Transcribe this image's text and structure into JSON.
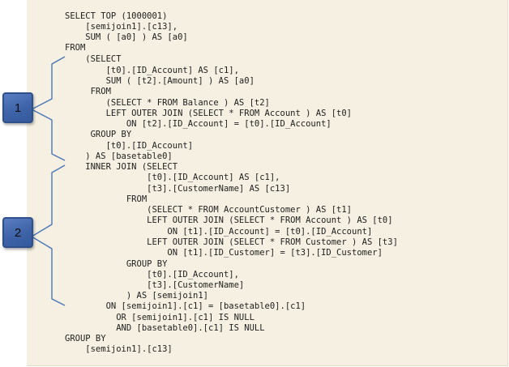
{
  "colors": {
    "panel_background": "#f5f0e2",
    "code_text": "#1e1e1e",
    "bracket_line": "#4a76b8",
    "badge_fill": "#4a6fb5",
    "badge_border": "#2f4f8a"
  },
  "callouts": [
    {
      "label": "1"
    },
    {
      "label": "2"
    }
  ],
  "code": {
    "lines": [
      "SELECT TOP (1000001)",
      "    [semijoin1].[c13],",
      "    SUM ( [a0] ) AS [a0]",
      "FROM",
      "    (SELECT",
      "        [t0].[ID_Account] AS [c1],",
      "        SUM ( [t2].[Amount] ) AS [a0]",
      "     FROM",
      "        (SELECT * FROM Balance ) AS [t2]",
      "        LEFT OUTER JOIN (SELECT * FROM Account ) AS [t0]",
      "            ON [t2].[ID_Account] = [t0].[ID_Account]",
      "     GROUP BY",
      "        [t0].[ID_Account]",
      "    ) AS [basetable0]",
      "    INNER JOIN (SELECT",
      "                [t0].[ID_Account] AS [c1],",
      "                [t3].[CustomerName] AS [c13]",
      "            FROM",
      "                (SELECT * FROM AccountCustomer ) AS [t1]",
      "                LEFT OUTER JOIN (SELECT * FROM Account ) AS [t0]",
      "                    ON [t1].[ID_Account] = [t0].[ID_Account]",
      "                LEFT OUTER JOIN (SELECT * FROM Customer ) AS [t3]",
      "                    ON [t1].[ID_Customer] = [t3].[ID_Customer]",
      "            GROUP BY",
      "                [t0].[ID_Account],",
      "                [t3].[CustomerName]",
      "            ) AS [semijoin1]",
      "        ON [semijoin1].[c1] = [basetable0].[c1]",
      "          OR [semijoin1].[c1] IS NULL",
      "          AND [basetable0].[c1] IS NULL",
      "GROUP BY",
      "    [semijoin1].[c13]"
    ]
  }
}
